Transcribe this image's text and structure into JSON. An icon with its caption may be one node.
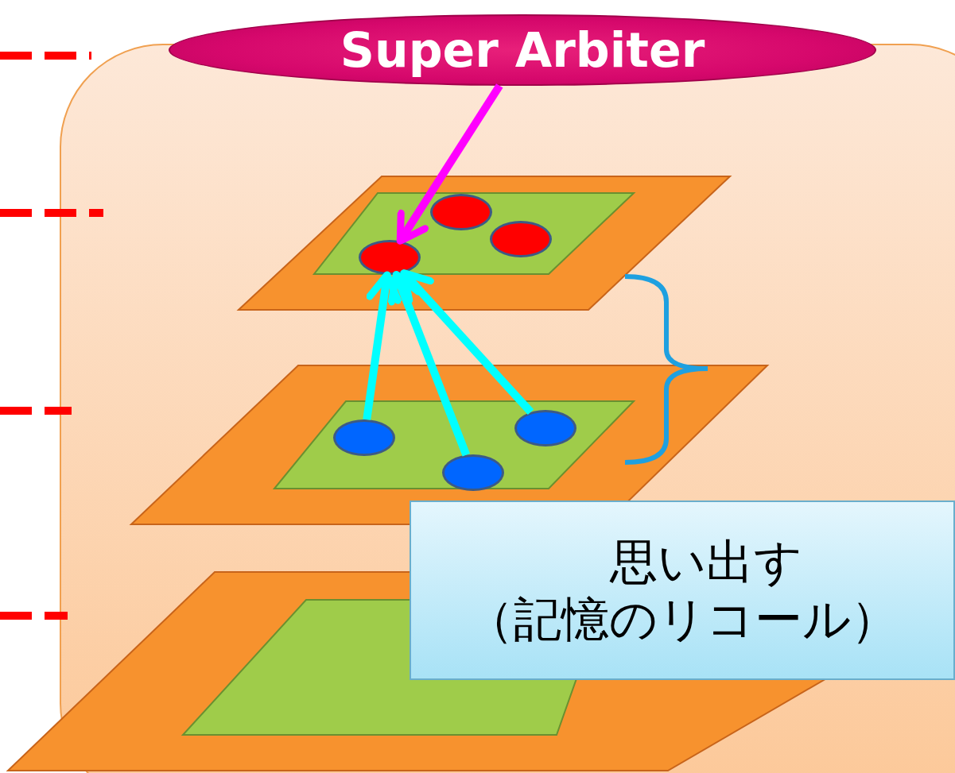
{
  "diagram": {
    "nodes": [
      {
        "text": [
          "Super Arbiter"
        ]
      },
      {
        "text": [],
        "shape": "circle"
      },
      {
        "text": [],
        "shape": "circle"
      },
      {
        "text": [],
        "shape": "circle"
      },
      {
        "text": [],
        "shape": "circle"
      },
      {
        "text": [],
        "shape": "circle"
      },
      {
        "text": [],
        "shape": "circle"
      },
      {
        "text": [
          "思い出す",
          "（記憶のリコール）"
        ]
      }
    ],
    "edges": [
      {
        "from": 0,
        "to": 1,
        "arrow": "to",
        "color": "#ff00ff"
      },
      {
        "from": 4,
        "to": 1,
        "arrow": "to"
      },
      {
        "from": 5,
        "to": 1,
        "arrow": "to"
      },
      {
        "from": 6,
        "to": 1,
        "arrow": "to"
      }
    ]
  }
}
